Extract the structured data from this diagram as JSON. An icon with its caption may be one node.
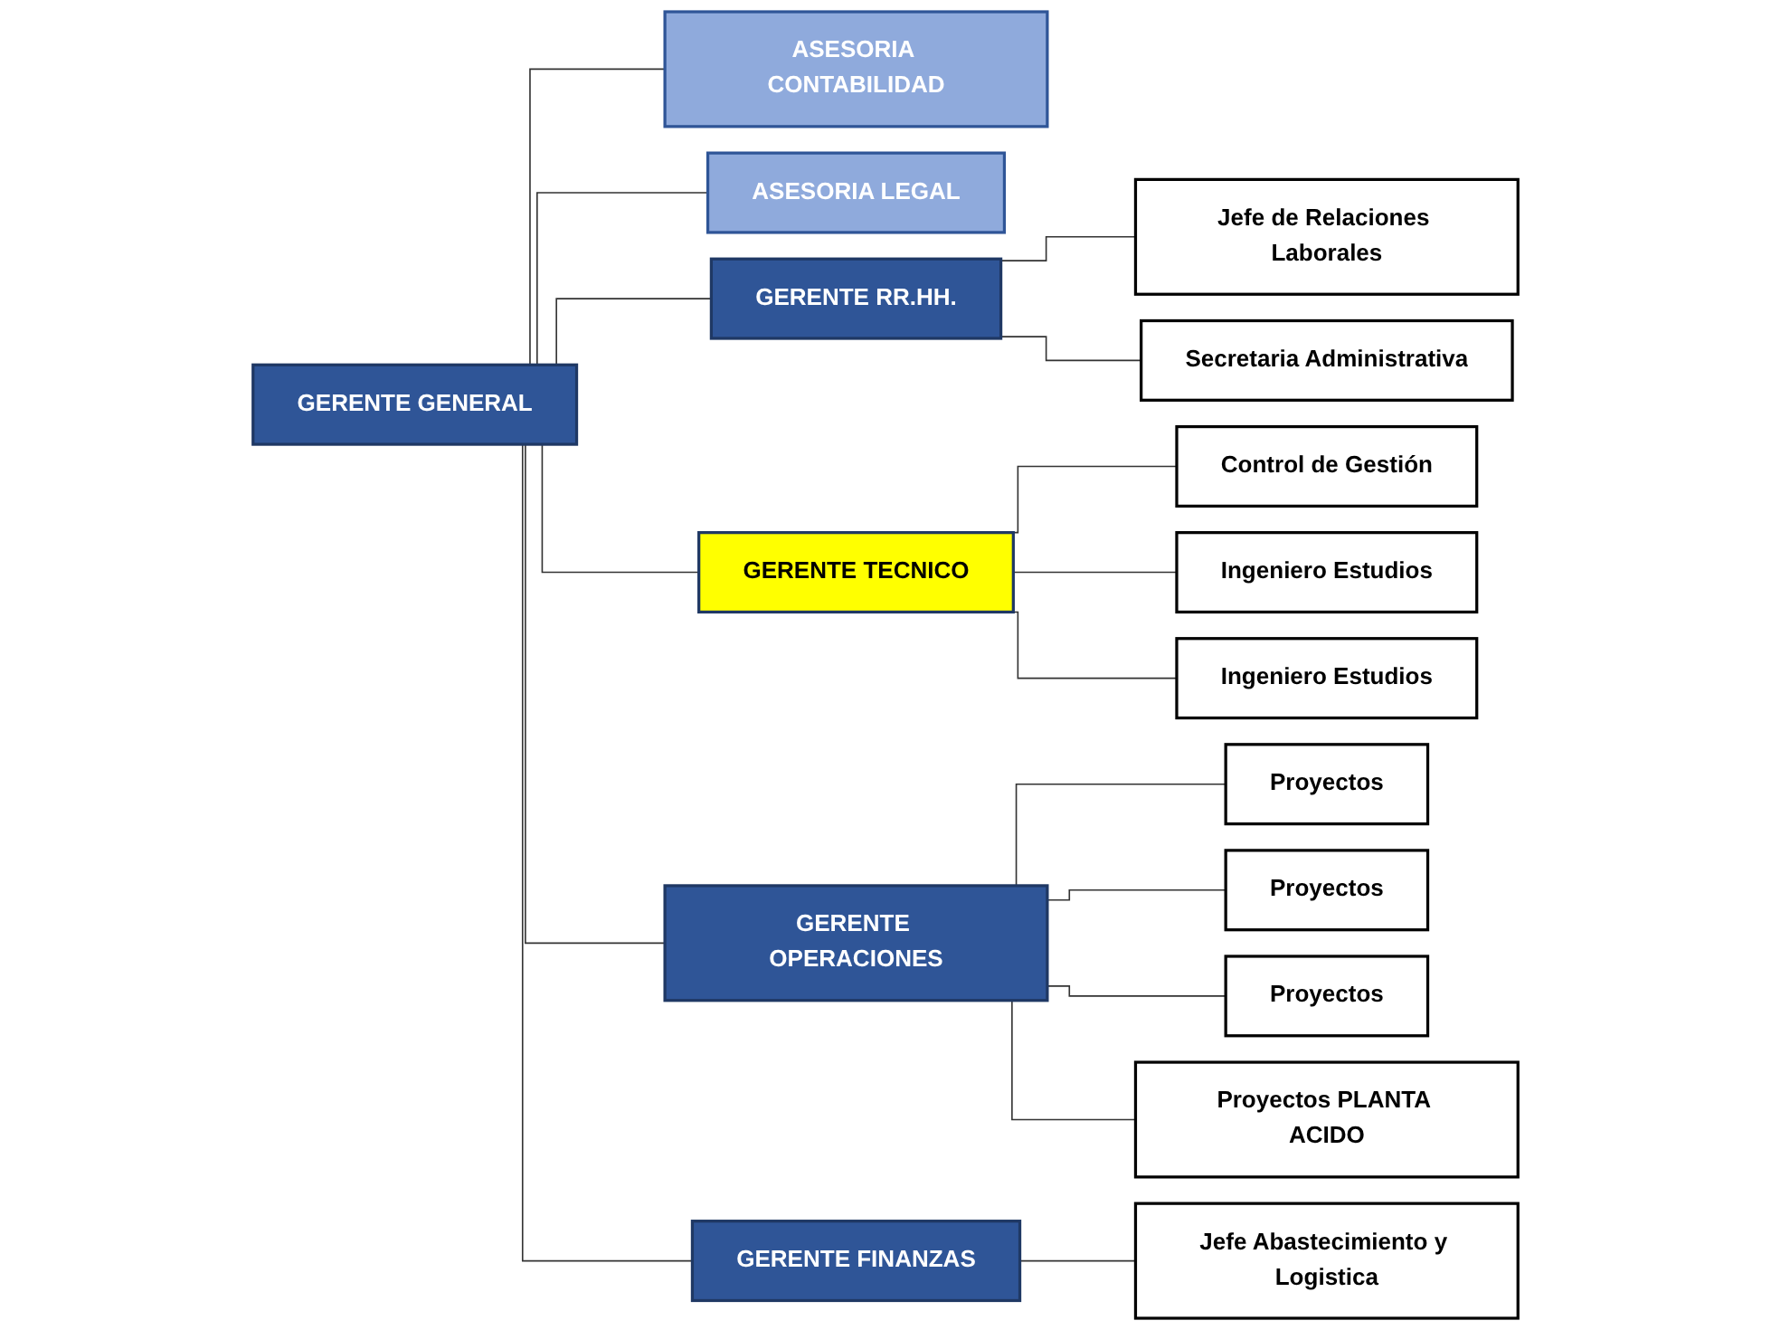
{
  "diagram": {
    "nodes": [
      {
        "text": [
          "GERENTE GENERAL"
        ]
      },
      {
        "text": [
          "ASESORIA CONTABILIDAD"
        ]
      },
      {
        "text": [
          "ASESORIA LEGAL"
        ]
      },
      {
        "text": [
          "GERENTE RR.HH."
        ]
      },
      {
        "text": [
          "GERENTE TECNICO"
        ]
      },
      {
        "text": [
          "GERENTE OPERACIONES"
        ]
      },
      {
        "text": [
          "GERENTE FINANZAS"
        ]
      },
      {
        "text": [
          "Jefe de Relaciones Laborales"
        ]
      },
      {
        "text": [
          "Secretaria Administrativa"
        ]
      },
      {
        "text": [
          "Control de Gestión"
        ]
      },
      {
        "text": [
          "Ingeniero Estudios"
        ]
      },
      {
        "text": [
          "Ingeniero Estudios"
        ]
      },
      {
        "text": [
          "Proyectos"
        ]
      },
      {
        "text": [
          "Proyectos"
        ]
      },
      {
        "text": [
          "Proyectos"
        ]
      },
      {
        "text": [
          "Proyectos PLANTA ACIDO"
        ]
      },
      {
        "text": [
          "Jefe Abastecimiento y Logistica"
        ]
      }
    ],
    "edges": [
      {
        "from": 0,
        "to": 1,
        "arrow": "none"
      },
      {
        "from": 0,
        "to": 2,
        "arrow": "none"
      },
      {
        "from": 0,
        "to": 3,
        "arrow": "none"
      },
      {
        "from": 0,
        "to": 4,
        "arrow": "none"
      },
      {
        "from": 0,
        "to": 5,
        "arrow": "none"
      },
      {
        "from": 0,
        "to": 6,
        "arrow": "none"
      },
      {
        "from": 3,
        "to": 7,
        "arrow": "none"
      },
      {
        "from": 3,
        "to": 8,
        "arrow": "none"
      },
      {
        "from": 4,
        "to": 9,
        "arrow": "none"
      },
      {
        "from": 4,
        "to": 10,
        "arrow": "none"
      },
      {
        "from": 4,
        "to": 11,
        "arrow": "none"
      },
      {
        "from": 5,
        "to": 12,
        "arrow": "none"
      },
      {
        "from": 5,
        "to": 13,
        "arrow": "none"
      },
      {
        "from": 5,
        "to": 14,
        "arrow": "none"
      },
      {
        "from": 5,
        "to": 15,
        "arrow": "none"
      },
      {
        "from": 6,
        "to": 16,
        "arrow": "none"
      }
    ]
  }
}
